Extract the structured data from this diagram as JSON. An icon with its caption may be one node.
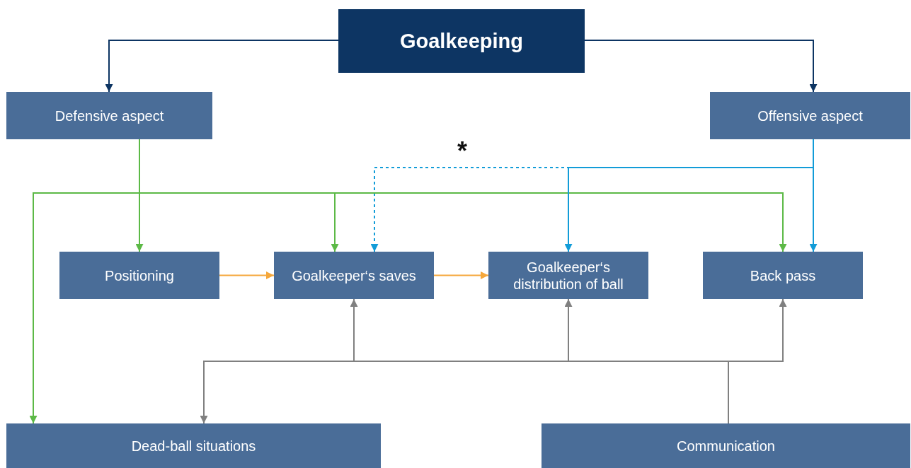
{
  "diagram": {
    "nodes": [
      {
        "text": [
          "Goalkeeping"
        ]
      },
      {
        "text": [
          "Defensive aspect"
        ]
      },
      {
        "text": [
          "Offensive aspect"
        ]
      },
      {
        "text": [
          "Positioning"
        ]
      },
      {
        "text": [
          "Goalkeeper‘s saves"
        ]
      },
      {
        "text": [
          "Goalkeeper‘s distribution of ball"
        ]
      },
      {
        "text": [
          "Back pass"
        ]
      },
      {
        "text": [
          "Dead-ball situations"
        ]
      },
      {
        "text": [
          "Communication"
        ]
      }
    ],
    "edges": [
      {
        "from": 0,
        "to": 1,
        "arrow": "to",
        "color": "#0d3563"
      },
      {
        "from": 0,
        "to": 2,
        "arrow": "to",
        "color": "#0d3563"
      },
      {
        "from": 1,
        "to": 3,
        "arrow": "to",
        "color": "#5cb946"
      },
      {
        "from": 1,
        "to": 7,
        "arrow": "to",
        "color": "#5cb946"
      },
      {
        "from": 1,
        "to": 4,
        "arrow": "to",
        "color": "#5cb946"
      },
      {
        "from": 1,
        "to": 6,
        "arrow": "to",
        "color": "#5cb946"
      },
      {
        "from": 2,
        "to": 6,
        "arrow": "to",
        "color": "#129cd8"
      },
      {
        "from": 2,
        "to": 5,
        "arrow": "to",
        "color": "#129cd8"
      },
      {
        "from": 2,
        "to": 4,
        "arrow": "to",
        "style": "dashed",
        "color": "#129cd8"
      },
      {
        "from": 3,
        "to": 4,
        "arrow": "to",
        "color": "#f5a73b"
      },
      {
        "from": 4,
        "to": 5,
        "arrow": "to",
        "color": "#f5a73b"
      },
      {
        "from": 8,
        "to": 4,
        "arrow": "to",
        "color": "#808080"
      },
      {
        "from": 8,
        "to": 5,
        "arrow": "to",
        "color": "#808080"
      },
      {
        "from": 8,
        "to": 6,
        "arrow": "to",
        "color": "#808080"
      },
      {
        "from": 8,
        "to": 7,
        "arrow": "to",
        "color": "#808080"
      }
    ],
    "labels": [
      "*"
    ]
  }
}
